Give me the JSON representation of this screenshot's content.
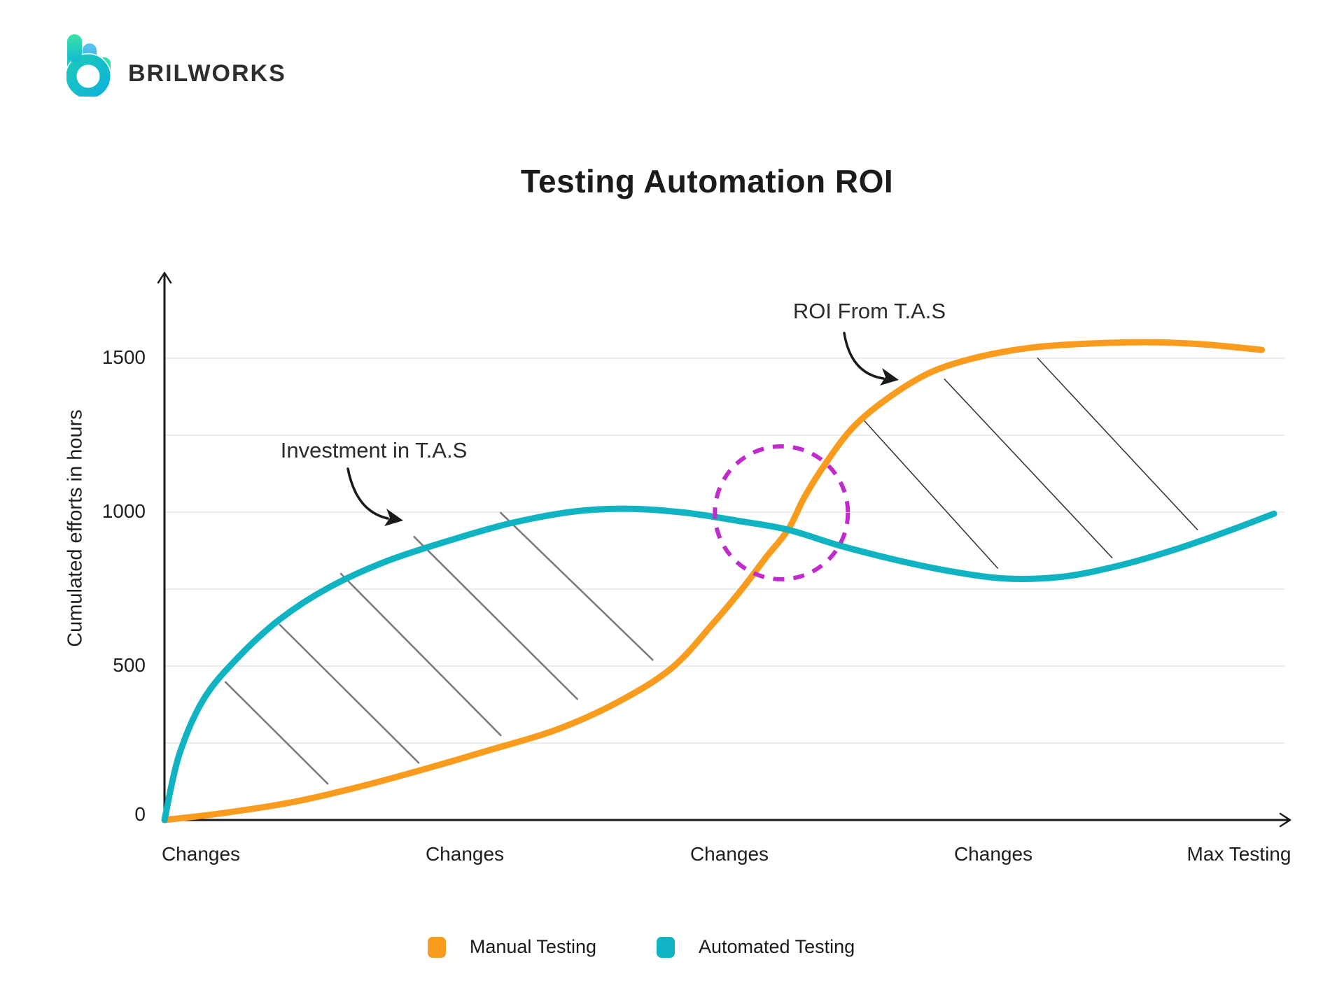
{
  "logo": {
    "text": "BRILWORKS"
  },
  "header": {
    "title": "Testing Automation ROI"
  },
  "axes": {
    "y_title": "Cumulated efforts in hours",
    "y_ticks": [
      {
        "label": "1500",
        "value": 1500
      },
      {
        "label": "1000",
        "value": 1000
      },
      {
        "label": "500",
        "value": 500
      },
      {
        "label": "0",
        "value": 0
      }
    ],
    "x_labels": [
      "Changes",
      "Changes",
      "Changes",
      "Changes",
      "Max Testing"
    ]
  },
  "annotations": {
    "investment": "Investment in T.A.S",
    "roi": "ROI From T.A.S"
  },
  "legend": [
    {
      "label": "Manual Testing",
      "color": "#F99B1D"
    },
    {
      "label": "Automated Testing",
      "color": "#0FB3C2"
    }
  ],
  "colors": {
    "manual": "#F99B1D",
    "automated": "#0FB3C2",
    "crossover_circle": "#C12BCE",
    "grid": "#ECECEC",
    "hatch_left": "#7C7C7C",
    "hatch_right": "#3A3A3A",
    "axis": "#1A1A1A"
  },
  "chart_data": {
    "type": "line",
    "title": "Testing Automation ROI",
    "xlabel_categories": [
      "Changes",
      "Changes",
      "Changes",
      "Changes",
      "Max Testing"
    ],
    "ylabel": "Cumulated efforts in hours",
    "ylim": [
      0,
      1700
    ],
    "grid": "horizontal",
    "gridline_values": [
      250,
      500,
      750,
      1000,
      1250,
      1500
    ],
    "y_tick_values": [
      1500,
      1000,
      500,
      0
    ],
    "legend_position": "bottom-center",
    "series": [
      {
        "name": "Manual Testing",
        "color": "#F99B1D",
        "stroke_width": 9,
        "points_f_hours": [
          [
            0.0,
            0
          ],
          [
            0.054,
            23
          ],
          [
            0.117,
            59
          ],
          [
            0.177,
            109
          ],
          [
            0.237,
            168
          ],
          [
            0.293,
            227
          ],
          [
            0.353,
            293
          ],
          [
            0.407,
            380
          ],
          [
            0.457,
            493
          ],
          [
            0.495,
            641
          ],
          [
            0.52,
            748
          ],
          [
            0.543,
            857
          ],
          [
            0.562,
            943
          ],
          [
            0.577,
            1050
          ],
          [
            0.596,
            1159
          ],
          [
            0.621,
            1277
          ],
          [
            0.653,
            1373
          ],
          [
            0.691,
            1455
          ],
          [
            0.735,
            1505
          ],
          [
            0.785,
            1536
          ],
          [
            0.836,
            1548
          ],
          [
            0.886,
            1552
          ],
          [
            0.937,
            1545
          ],
          [
            0.989,
            1527
          ]
        ]
      },
      {
        "name": "Automated Testing",
        "color": "#0FB3C2",
        "stroke_width": 9,
        "points_f_hours": [
          [
            0.0,
            0
          ],
          [
            0.013,
            209
          ],
          [
            0.035,
            391
          ],
          [
            0.066,
            527
          ],
          [
            0.104,
            652
          ],
          [
            0.148,
            755
          ],
          [
            0.199,
            839
          ],
          [
            0.256,
            907
          ],
          [
            0.312,
            964
          ],
          [
            0.369,
            1002
          ],
          [
            0.42,
            1011
          ],
          [
            0.47,
            998
          ],
          [
            0.52,
            970
          ],
          [
            0.562,
            943
          ],
          [
            0.609,
            891
          ],
          [
            0.659,
            845
          ],
          [
            0.71,
            807
          ],
          [
            0.76,
            784
          ],
          [
            0.811,
            791
          ],
          [
            0.861,
            827
          ],
          [
            0.912,
            880
          ],
          [
            0.962,
            943
          ],
          [
            1.0,
            995
          ]
        ]
      }
    ],
    "crossover": {
      "f": 0.562,
      "hours": 943
    },
    "crossover_circle": {
      "f": 0.556,
      "hours": 998,
      "radius_px": 95,
      "style": "dashed"
    },
    "hatching": {
      "left_region": {
        "description": "gap between automated (top) and manual (bottom) curves",
        "segments_f_hours": [
          [
            0.055,
            448,
            0.147,
            118
          ],
          [
            0.104,
            634,
            0.229,
            186
          ],
          [
            0.159,
            800,
            0.303,
            275
          ],
          [
            0.225,
            920,
            0.372,
            393
          ],
          [
            0.303,
            998,
            0.44,
            520
          ]
        ]
      },
      "right_region": {
        "description": "gap between manual (top) and automated (bottom) curves",
        "segments_f_hours": [
          [
            0.63,
            1300,
            0.751,
            818
          ],
          [
            0.703,
            1432,
            0.854,
            852
          ],
          [
            0.787,
            1500,
            0.931,
            943
          ]
        ]
      }
    }
  }
}
